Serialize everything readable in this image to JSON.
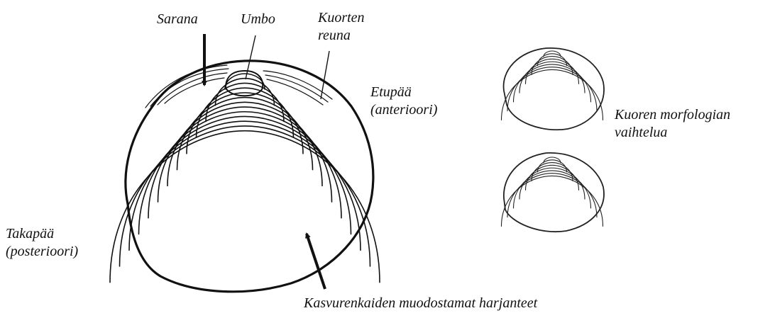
{
  "labels": {
    "sarana": "Sarana",
    "umbo": "Umbo",
    "kuorten_reuna": [
      "Kuorten",
      "reuna"
    ],
    "etupaa": [
      "Etupää",
      "(anterioori)"
    ],
    "takapaa": [
      "Takapää",
      "(posterioori)"
    ],
    "kasvurenkaat": "Kasvurenkaiden muodostamat harjanteet",
    "morfologia": [
      "Kuoren morfologian",
      "vaihtelua"
    ]
  },
  "colors": {
    "ink": "#111111",
    "background": "#ffffff"
  },
  "illustration": {
    "main_shell_growth_rings": 13,
    "small_shells": 2
  }
}
